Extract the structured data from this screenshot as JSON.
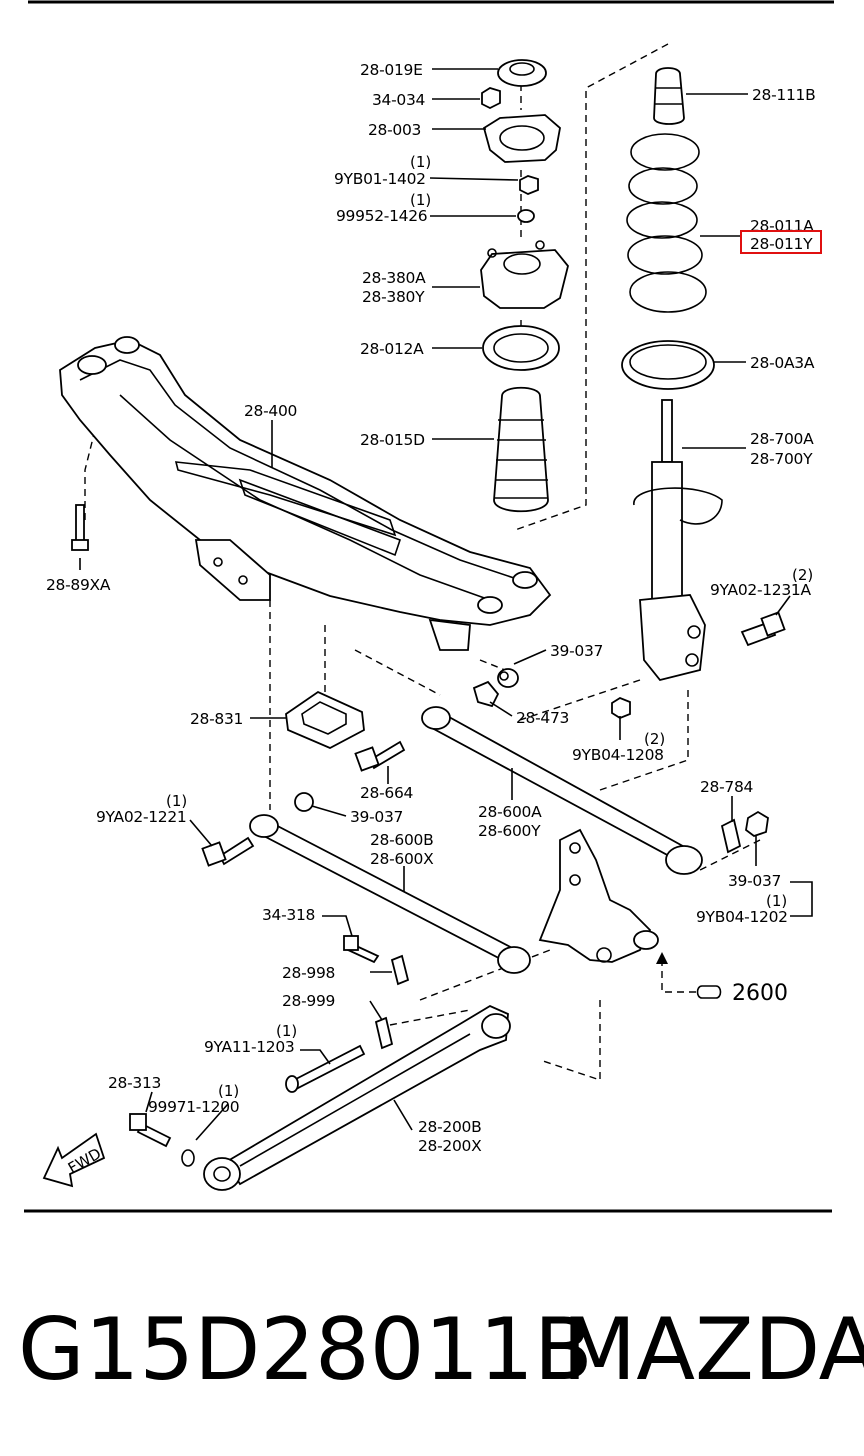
{
  "labels": {
    "p28_019E": "28-019E",
    "p34_034": "34-034",
    "p28_003": "28-003",
    "p9YB01_1402": "9YB01-1402",
    "q9YB01_1402": "(1)",
    "p99952_1426": "99952-1426",
    "q99952_1426": "(1)",
    "p28_380A": "28-380A",
    "p28_380Y": "28-380Y",
    "p28_012A": "28-012A",
    "p28_015D": "28-015D",
    "p28_111B": "28-111B",
    "p28_011A": "28-011A",
    "p28_011Y": "28-011Y",
    "p28_0A3A": "28-0A3A",
    "p28_700A": "28-700A",
    "p28_700Y": "28-700Y",
    "p28_400": "28-400",
    "p28_89XA": "28-89XA",
    "p9YA02_1231A": "9YA02-1231A",
    "q9YA02_1231A": "(2)",
    "p39_037_top": "39-037",
    "p28_473": "28-473",
    "p9YB04_1208": "9YB04-1208",
    "q9YB04_1208": "(2)",
    "p28_831": "28-831",
    "p28_664": "28-664",
    "p39_037_mid": "39-037",
    "p9YA02_1221": "9YA02-1221",
    "q9YA02_1221": "(1)",
    "p28_600A": "28-600A",
    "p28_600Y": "28-600Y",
    "p28_600B": "28-600B",
    "p28_600X": "28-600X",
    "p28_784": "28-784",
    "p39_037_right": "39-037",
    "p9YB04_1202": "9YB04-1202",
    "q9YB04_1202": "(1)",
    "p34_318": "34-318",
    "p28_998": "28-998",
    "p28_999": "28-999",
    "p9YA11_1203": "9YA11-1203",
    "q9YA11_1203": "(1)",
    "p28_313": "28-313",
    "p99971_1200": "99971-1200",
    "q99971_1200": "(1)",
    "p28_200B": "28-200B",
    "p28_200X": "28-200X",
    "ref_2600": "2600",
    "fwd": "FWD"
  },
  "highlight": {
    "part": "28-011Y",
    "color": "#e01010"
  },
  "caption": {
    "part_number": "G15D28011B",
    "brand": "MAZDA"
  }
}
